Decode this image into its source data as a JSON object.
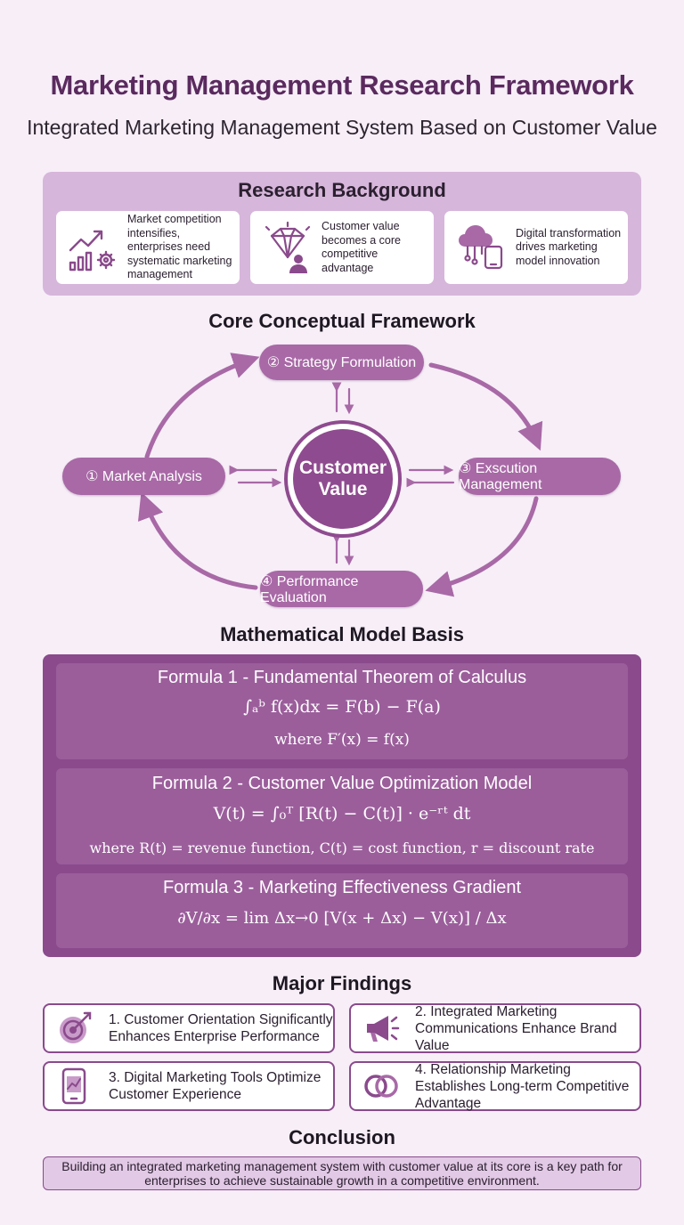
{
  "header": {
    "title": "Marketing Management Research Framework",
    "subtitle": "Integrated Marketing Management System Based on Customer Value"
  },
  "background": {
    "title": "Research Background",
    "cards": [
      {
        "icon": "growth-chart-gear-icon",
        "text": "Market competition intensifies, enterprises need systematic marketing management"
      },
      {
        "icon": "diamond-person-icon",
        "text": "Customer value becomes a core competitive advantage"
      },
      {
        "icon": "cloud-devices-icon",
        "text": "Digital transformation drives marketing model innovation"
      }
    ]
  },
  "framework": {
    "title": "Core Conceptual Framework",
    "center": "Customer Value",
    "steps": [
      {
        "label": "① Market Analysis"
      },
      {
        "label": "② Strategy Formulation"
      },
      {
        "label": "③ Exscution Management"
      },
      {
        "label": "④ Performance Evaluation"
      }
    ]
  },
  "math": {
    "title": "Mathematical Model Basis",
    "formulas": [
      {
        "title": "Formula 1 - Fundamental Theorem of Calculus",
        "line1": "∫ₐᵇ f(x)dx = F(b) − F(a)",
        "line2": "where F′(x) = f(x)"
      },
      {
        "title": "Formula 2 - Customer Value Optimization Model",
        "line1": "V(t) = ∫₀ᵀ [R(t) − C(t)] · e⁻ʳᵗ dt",
        "line2": "where R(t) = revenue function, C(t) = cost function, r = discount rate"
      },
      {
        "title": "Formula 3 - Marketing Effectiveness Gradient",
        "line1": "∂V/∂x = lim Δx→0  [V(x + Δx) − V(x)] / Δx"
      }
    ]
  },
  "findings": {
    "title": "Major Findings",
    "items": [
      {
        "icon": "target-icon",
        "text": "1. Customer Orientation Significantly Enhances Enterprise Performance"
      },
      {
        "icon": "megaphone-icon",
        "text": "2. Integrated Marketing Communications Enhance Brand Value"
      },
      {
        "icon": "mobile-chart-icon",
        "text": "3. Digital Marketing Tools Optimize Customer Experience"
      },
      {
        "icon": "linked-rings-icon",
        "text": "4. Relationship Marketing Establishes Long-term Competitive Advantage"
      }
    ]
  },
  "conclusion": {
    "title": "Conclusion",
    "text": "Building an integrated marketing management system with customer value at its core is a key path for enterprises to achieve sustainable growth in a competitive environment."
  },
  "colors": {
    "primary": "#8a4a8c",
    "pill": "#a869a6",
    "title": "#5a2a5e",
    "panel_light": "#d7b6db",
    "page": "#f7eef8"
  }
}
